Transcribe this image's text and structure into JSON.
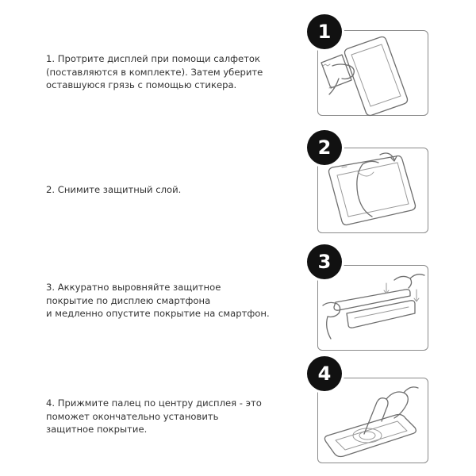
{
  "steps": [
    {
      "number": "1",
      "text": "1. Протрите дисплей при помощи салфеток\n(поставляются в комплекте). Затем уберите\nоставшуюся грязь с помощью стикера.",
      "icon": "wipe-screen-icon"
    },
    {
      "number": "2",
      "text": "2. Снимите защитный слой.",
      "icon": "peel-film-icon"
    },
    {
      "number": "3",
      "text": "3. Аккуратно выровняйте защитное\nпокрытие по дисплею смартфона\nи медленно опустите покрытие на смартфон.",
      "icon": "align-glass-icon"
    },
    {
      "number": "4",
      "text": "4. Прижмите палец по центру дисплея - это\nпоможет окончательно установить\nзащитное покрытие.",
      "icon": "press-center-icon"
    }
  ],
  "colors": {
    "badge": "#111111",
    "line": "#6e6e6e",
    "text": "#333333"
  }
}
